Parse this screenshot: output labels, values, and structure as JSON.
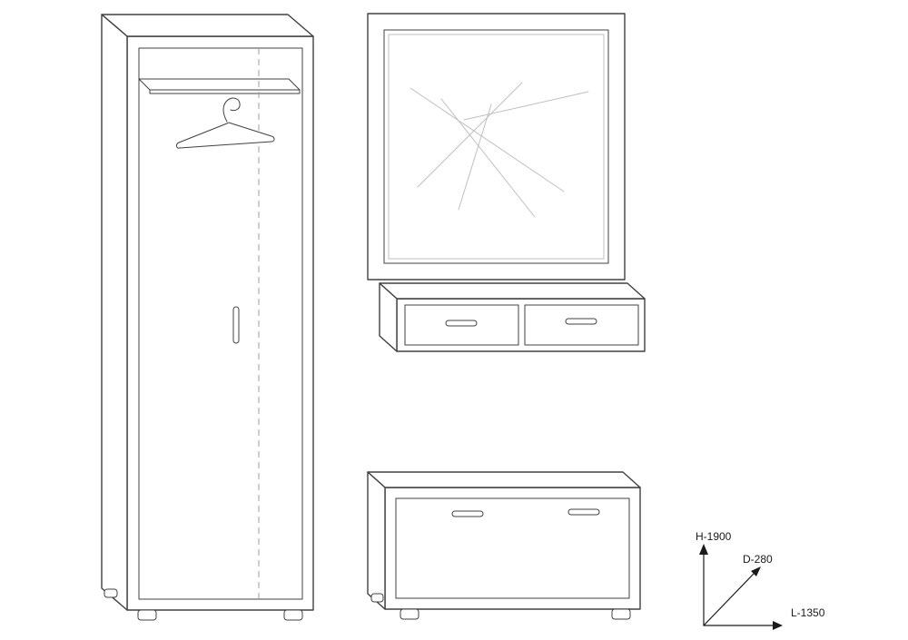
{
  "dimensions": {
    "height_label": "H-1900",
    "depth_label": "D-280",
    "length_label": "L-1350"
  },
  "colors": {
    "background": "#ffffff",
    "line": "#404040",
    "light_line": "#bfbfbf",
    "dashed_line": "#9c9c9c",
    "text": "#1a1a1a"
  }
}
